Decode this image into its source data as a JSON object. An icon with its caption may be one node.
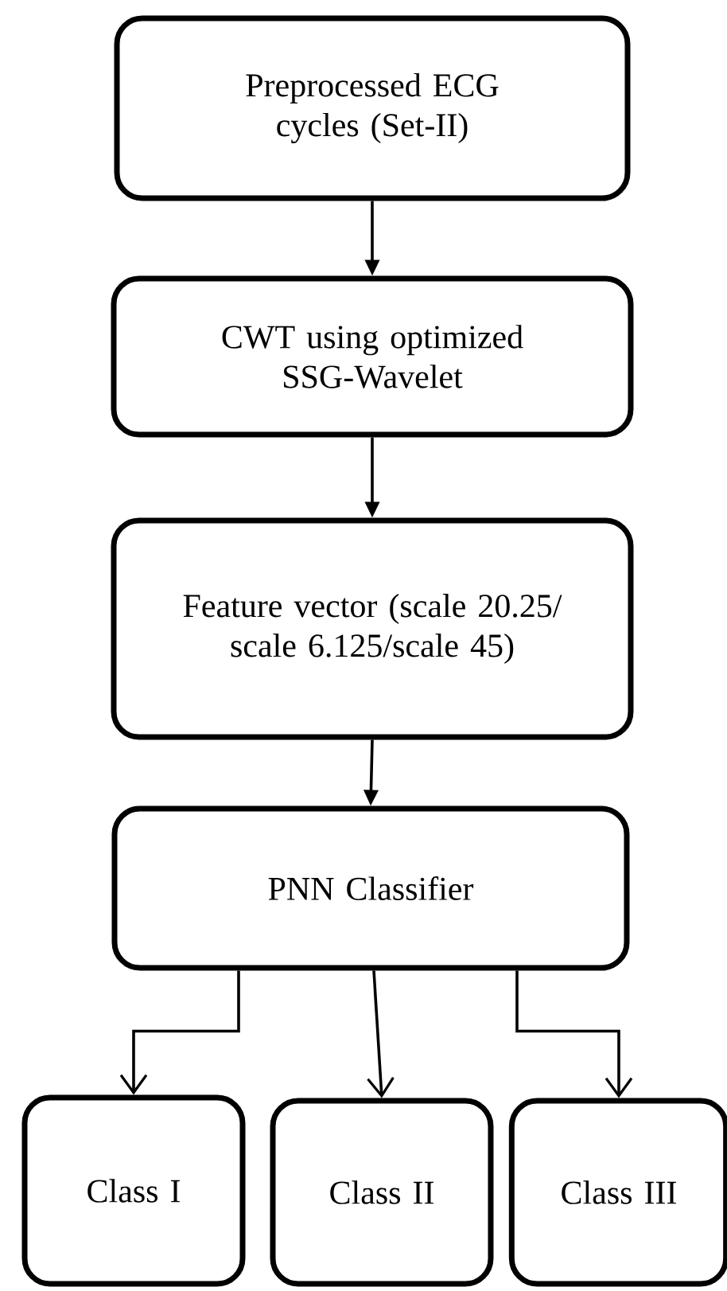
{
  "diagram": {
    "nodes": [
      {
        "text": [
          "Preprocessed ECG cycles (Set-II)"
        ]
      },
      {
        "text": [
          "CWT using optimized SSG-Wavelet"
        ]
      },
      {
        "text": [
          "Feature vector (scale 20.25/ scale 6.125/scale 45)"
        ]
      },
      {
        "text": [
          "PNN Classifier"
        ]
      },
      {
        "text": [
          "Class I"
        ]
      },
      {
        "text": [
          "Class II"
        ]
      },
      {
        "text": [
          "Class III"
        ]
      }
    ],
    "edges": [
      {
        "from": 0,
        "to": 1,
        "arrow": "to"
      },
      {
        "from": 1,
        "to": 2,
        "arrow": "to"
      },
      {
        "from": 2,
        "to": 3,
        "arrow": "to"
      },
      {
        "from": 3,
        "to": 4,
        "arrow": "to"
      },
      {
        "from": 3,
        "to": 5,
        "arrow": "to"
      },
      {
        "from": 3,
        "to": 6,
        "arrow": "to"
      }
    ]
  }
}
